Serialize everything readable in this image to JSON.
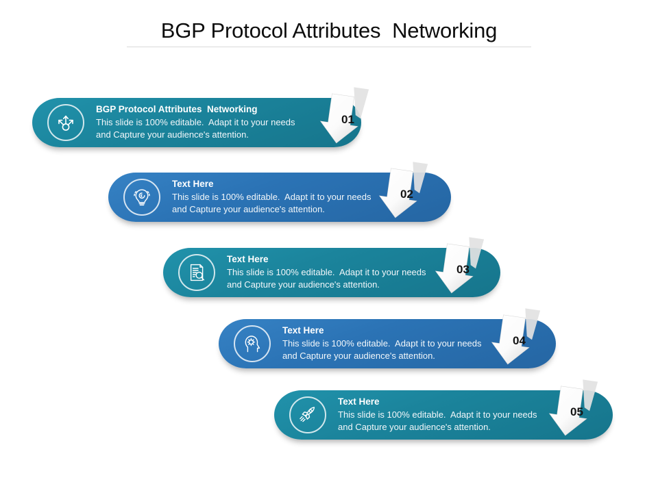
{
  "slide": {
    "title": "BGP Protocol Attributes  Networking",
    "background_color": "#ffffff"
  },
  "theme": {
    "teal": "#1b849c",
    "blue": "#2b73b5",
    "badge_fill": "#f4f4f4",
    "badge_text_color": "#141414",
    "text_color": "#ffffff"
  },
  "rows": [
    {
      "number": "01",
      "heading": "BGP Protocol Attributes  Networking",
      "body_line1": "This slide is 100% editable.  Adapt it to your needs",
      "body_line2": "and Capture your audience's attention.",
      "color": "#1b849c",
      "color_name": "teal",
      "icon": "share-branch-icon"
    },
    {
      "number": "02",
      "heading": "Text Here",
      "body_line1": "This slide is 100% editable.  Adapt it to your needs",
      "body_line2": "and Capture your audience's attention.",
      "color": "#2b73b5",
      "color_name": "blue",
      "icon": "lightbulb-idea-icon"
    },
    {
      "number": "03",
      "heading": "Text Here",
      "body_line1": "This slide is 100% editable.  Adapt it to your needs",
      "body_line2": "and Capture your audience's attention.",
      "color": "#1b849c",
      "color_name": "teal",
      "icon": "document-search-icon"
    },
    {
      "number": "04",
      "heading": "Text Here",
      "body_line1": "This slide is 100% editable.  Adapt it to your needs",
      "body_line2": "and Capture your audience's attention.",
      "color": "#2b73b5",
      "color_name": "blue",
      "icon": "head-gear-icon"
    },
    {
      "number": "05",
      "heading": "Text Here",
      "body_line1": "This slide is 100% editable.  Adapt it to your needs",
      "body_line2": "and Capture your audience's attention.",
      "color": "#1b849c",
      "color_name": "teal",
      "icon": "rocket-icon"
    }
  ]
}
